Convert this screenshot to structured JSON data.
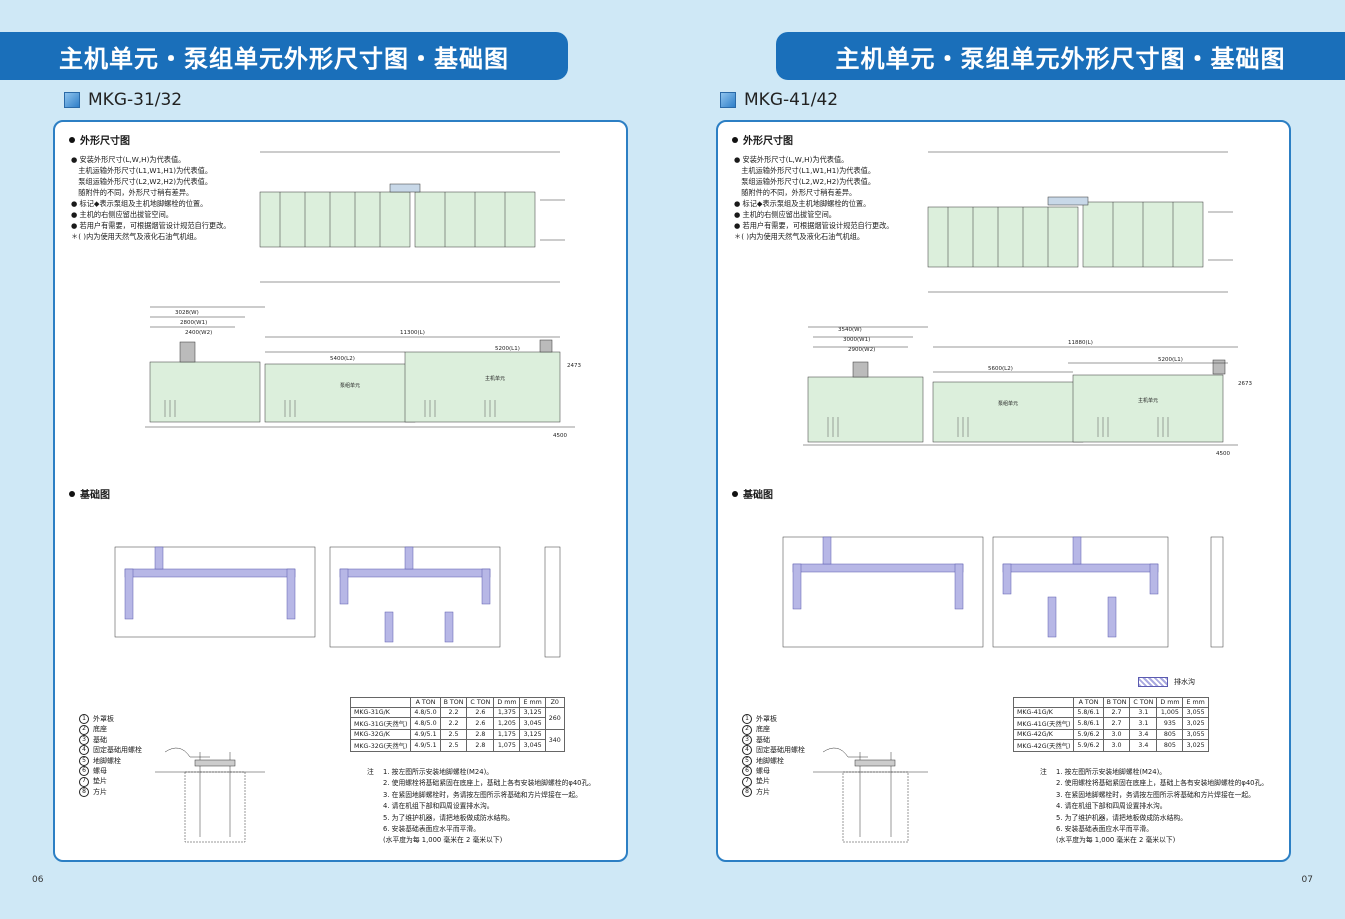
{
  "pages": [
    {
      "title": "主机单元・泵组单元外形尺寸图・基础图",
      "model": "MKG-31/32",
      "section_outline": "外形尺寸图",
      "section_foundation": "基础图",
      "notes": [
        "● 安装外形尺寸(L,W,H)为代表值。",
        "　主机运输外形尺寸(L1,W1,H1)为代表值。",
        "　泵组运输外形尺寸(L2,W2,H2)为代表值。",
        "　随附件的不同，外形尺寸稍有差异。",
        "● 标记◆表示泵组及主机地脚螺栓的位置。",
        "● 主机的右侧应留出拔管空间。",
        "● 若用户有需要，可根据烟管设计规范自行更改。",
        "＊( )内为使用天然气及液化石油气机组。"
      ],
      "table": {
        "headers": [
          "",
          "A TON",
          "B TON",
          "C TON",
          "D mm",
          "E mm",
          "Z0"
        ],
        "rows": [
          [
            "MKG-31G/K",
            "4.8/5.0",
            "2.2",
            "2.6",
            "1,375",
            "3,125",
            "260"
          ],
          [
            "MKG-31G(天然气)",
            "4.8/5.0",
            "2.2",
            "2.6",
            "1,205",
            "3,045",
            ""
          ],
          [
            "MKG-32G/K",
            "4.9/5.1",
            "2.5",
            "2.8",
            "1,175",
            "3,125",
            "340"
          ],
          [
            "MKG-32G(天然气)",
            "4.9/5.1",
            "2.5",
            "2.8",
            "1,075",
            "3,045",
            ""
          ]
        ]
      },
      "parts": [
        {
          "n": "1",
          "label": "外罩板"
        },
        {
          "n": "2",
          "label": "底座"
        },
        {
          "n": "3",
          "label": "基础"
        },
        {
          "n": "4",
          "label": "固定基础用螺栓"
        },
        {
          "n": "5",
          "label": "地脚螺栓"
        },
        {
          "n": "6",
          "label": "螺母"
        },
        {
          "n": "7",
          "label": "垫片"
        },
        {
          "n": "8",
          "label": "方片"
        }
      ],
      "remarks_label": "注",
      "remarks": [
        "1. 按左图所示安装地脚螺栓(M24)。",
        "2. 使用螺栓将基础紧固在底座上，基础上各有安装地脚螺栓的φ40孔。",
        "3. 在紧固地脚螺栓时，务请按左图所示将基础和方片焊接在一起。",
        "4. 请在机组下部和四周设置排水沟。",
        "5. 为了维护机器，请把地板做成防水结构。",
        "6. 安装基础表面应水平而平滑。",
        "(水平度为每 1,000 毫米在 2 毫米以下)"
      ],
      "page_number": "06",
      "dims": {
        "w": "3028(W)",
        "w1": "2800(W1)",
        "w2": "2400(W2)",
        "l": "11300(L)",
        "l1": "5200(L1)",
        "l2": "5400(L2)",
        "h": "2473",
        "pipe": "4500",
        "main": "主机单元",
        "pump": "泵组单元"
      }
    },
    {
      "title": "主机单元・泵组单元外形尺寸图・基础图",
      "model": "MKG-41/42",
      "section_outline": "外形尺寸图",
      "section_foundation": "基础图",
      "notes": [
        "● 安装外形尺寸(L,W,H)为代表值。",
        "　主机运输外形尺寸(L1,W1,H1)为代表值。",
        "　泵组运输外形尺寸(L2,W2,H2)为代表值。",
        "　随附件的不同，外形尺寸稍有差异。",
        "● 标记◆表示泵组及主机地脚螺栓的位置。",
        "● 主机的右侧应留出拔管空间。",
        "● 若用户有需要，可根据烟管设计规范自行更改。",
        "＊( )内为使用天然气及液化石油气机组。"
      ],
      "table": {
        "headers": [
          "",
          "A TON",
          "B TON",
          "C TON",
          "D mm",
          "E mm"
        ],
        "rows": [
          [
            "MKG-41G/K",
            "5.8/6.1",
            "2.7",
            "3.1",
            "1,005",
            "3,055"
          ],
          [
            "MKG-41G(天然气)",
            "5.8/6.1",
            "2.7",
            "3.1",
            "935",
            "3,025"
          ],
          [
            "MKG-42G/K",
            "5.9/6.2",
            "3.0",
            "3.4",
            "805",
            "3,055"
          ],
          [
            "MKG-42G(天然气)",
            "5.9/6.2",
            "3.0",
            "3.4",
            "805",
            "3,025"
          ]
        ]
      },
      "parts": [
        {
          "n": "1",
          "label": "外罩板"
        },
        {
          "n": "2",
          "label": "底座"
        },
        {
          "n": "3",
          "label": "基础"
        },
        {
          "n": "4",
          "label": "固定基础用螺栓"
        },
        {
          "n": "5",
          "label": "地脚螺栓"
        },
        {
          "n": "6",
          "label": "螺母"
        },
        {
          "n": "7",
          "label": "垫片"
        },
        {
          "n": "8",
          "label": "方片"
        }
      ],
      "legend": "排水沟",
      "remarks_label": "注",
      "remarks": [
        "1. 按左图所示安装地脚螺栓(M24)。",
        "2. 使用螺栓将基础紧固在底座上，基础上各有安装地脚螺栓的φ40孔。",
        "3. 在紧固地脚螺栓时，务请按左图所示将基础和方片焊接在一起。",
        "4. 请在机组下部和四周设置排水沟。",
        "5. 为了维护机器，请把地板做成防水结构。",
        "6. 安装基础表面应水平而平滑。",
        "(水平度为每 1,000 毫米在 2 毫米以下)"
      ],
      "page_number": "07",
      "dims": {
        "w": "3540(W)",
        "w1": "3000(W1)",
        "w2": "2900(W2)",
        "l": "11880(L)",
        "l1": "5200(L1)",
        "l2": "5600(L2)",
        "h": "2673",
        "pipe": "4500",
        "main": "主机单元",
        "pump": "泵组单元"
      }
    }
  ],
  "colors": {
    "banner": "#1a6fba",
    "panel_border": "#2c7fc4",
    "background": "#cfe8f6",
    "unit_fill": "#dcefdc"
  }
}
